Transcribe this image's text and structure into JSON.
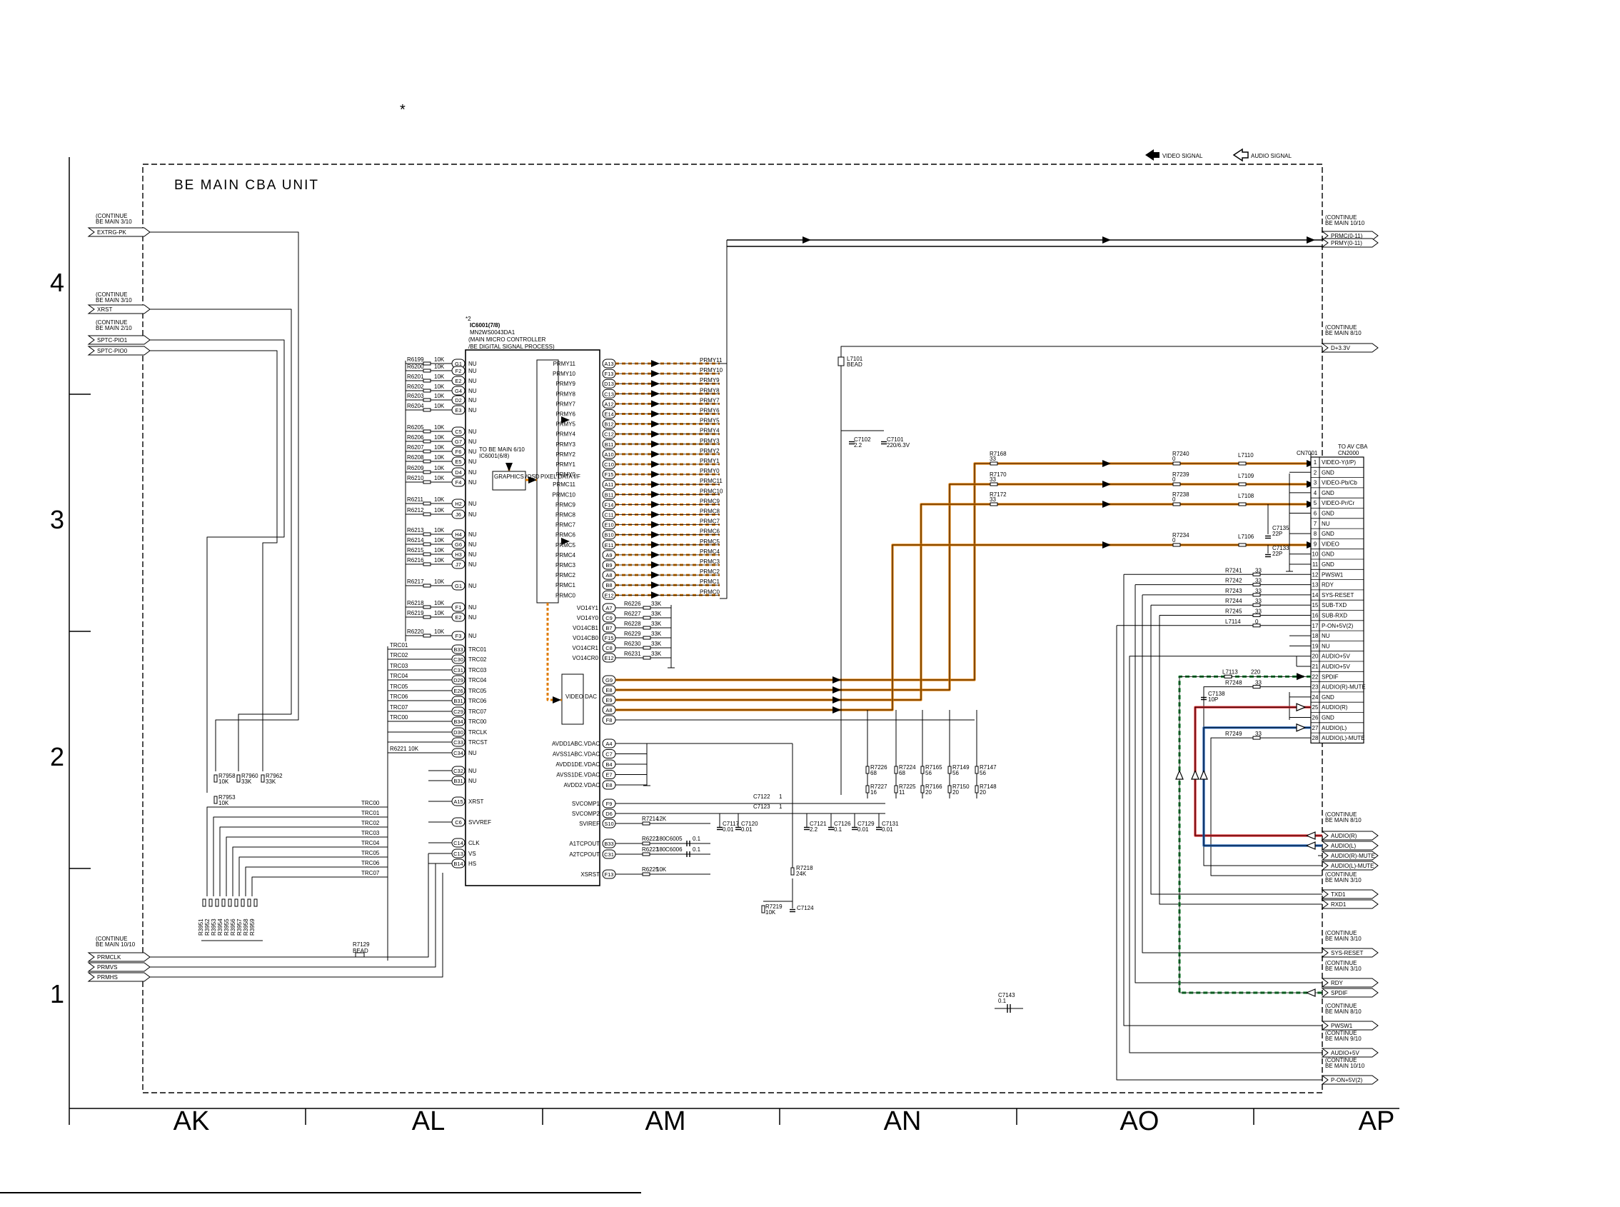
{
  "marker_asterisk": "*",
  "legend": {
    "video": "VIDEO SIGNAL",
    "audio": "AUDIO SIGNAL"
  },
  "unit_title": "BE MAIN CBA UNIT",
  "ic": {
    "ref": "IC6001(7/8)",
    "ref_note": "*2",
    "part": "MN2WS0043DA1",
    "desc1": "(MAIN MICRO CONTROLLER",
    "desc2": "/BE DIGITAL SIGNAL PROCESS)",
    "graphics_block": "GRAPHICS /OSD",
    "pixel_block": "PIXEL DATA I/F",
    "dac_block": "VIDEO DAC",
    "to_text1": "TO BE MAIN 6/10",
    "to_text2": "IC6001(6/8)"
  },
  "left_connectors": [
    {
      "continue": "CONTINUE",
      "sheet": "BE MAIN 3/10",
      "nets": [
        "EXTRG-PK"
      ]
    },
    {
      "continue": "CONTINUE",
      "sheet": "BE MAIN 3/10",
      "nets": [
        "XRST"
      ]
    },
    {
      "continue": "CONTINUE",
      "sheet": "BE MAIN 2/10",
      "nets": [
        "SPTC-PIO1",
        "SPTC-PIO0"
      ]
    },
    {
      "continue": "CONTINUE",
      "sheet": "BE MAIN 10/10",
      "nets": [
        "PRMCLK",
        "PRMVS",
        "PRMHS"
      ]
    }
  ],
  "right_connectors": [
    {
      "continue": "CONTINUE",
      "sheet": "BE MAIN 10/10",
      "nets": [
        "PRMC(0-11)",
        "PRMY(0-11)"
      ]
    },
    {
      "continue": "CONTINUE",
      "sheet": "BE MAIN 8/10",
      "nets": [
        "D+3.3V"
      ]
    },
    {
      "continue": "CONTINUE",
      "sheet": "BE MAIN 8/10",
      "nets": [
        "AUDIO(R)",
        "AUDIO(L)",
        "AUDIO(R)-MUTE",
        "AUDIO(L)-MUTE"
      ]
    },
    {
      "continue": "CONTINUE",
      "sheet": "BE MAIN 3/10",
      "nets": [
        "TXD1",
        "RXD1"
      ]
    },
    {
      "continue": "CONTINUE",
      "sheet": "BE MAIN 3/10",
      "nets": [
        "SYS-RESET"
      ]
    },
    {
      "continue": "CONTINUE",
      "sheet": "BE MAIN 3/10",
      "nets": [
        "RDY",
        "SPDIF"
      ]
    },
    {
      "continue": "CONTINUE",
      "sheet": "BE MAIN 8/10",
      "nets": [
        "PWSW1"
      ]
    },
    {
      "continue": "CONTINUE",
      "sheet": "BE MAIN 9/10",
      "nets": [
        "AUDIO+5V"
      ]
    },
    {
      "continue": "CONTINUE",
      "sheet": "BE MAIN 10/10",
      "nets": [
        "P-ON+5V(2)"
      ]
    }
  ],
  "nu_resistors": [
    [
      "R6199",
      "10K",
      "G1",
      "NU"
    ],
    [
      "R6200",
      "10K",
      "F2",
      "NU"
    ],
    [
      "R6201",
      "10K",
      "E2",
      "NU"
    ],
    [
      "R6202",
      "10K",
      "G4",
      "NU"
    ],
    [
      "R6203",
      "10K",
      "D2",
      "NU"
    ],
    [
      "R6204",
      "10K",
      "E3",
      "NU"
    ],
    [
      "R6205",
      "10K",
      "C5",
      "NU"
    ],
    [
      "R6206",
      "10K",
      "G7",
      "NU"
    ],
    [
      "R6207",
      "10K",
      "F6",
      "NU"
    ],
    [
      "R6208",
      "10K",
      "E5",
      "NU"
    ],
    [
      "R6209",
      "10K",
      "D4",
      "NU"
    ],
    [
      "R6210",
      "10K",
      "F4",
      "NU"
    ],
    [
      "R6211",
      "10K",
      "H2",
      "NU"
    ],
    [
      "R6212",
      "10K",
      "J6",
      "NU"
    ],
    [
      "R6213",
      "10K",
      "H4",
      "NU"
    ],
    [
      "R6214",
      "10K",
      "G6",
      "NU"
    ],
    [
      "R6215",
      "10K",
      "H3",
      "NU"
    ],
    [
      "R6216",
      "10K",
      "J7",
      "NU"
    ],
    [
      "R6217",
      "10K",
      "G1",
      "NU"
    ],
    [
      "R6218",
      "10K",
      "F1",
      "NU"
    ],
    [
      "R6219",
      "10K",
      "E2",
      "NU"
    ],
    [
      "R6220",
      "10K",
      "F3",
      "NU"
    ]
  ],
  "trace_pins": [
    [
      "TRC01",
      "B33",
      "TRC01"
    ],
    [
      "TRC02",
      "C30",
      "TRC02"
    ],
    [
      "TRC03",
      "C31",
      "TRC03"
    ],
    [
      "TRC04",
      "D29",
      "TRC04"
    ],
    [
      "TRC05",
      "E26",
      "TRC05"
    ],
    [
      "TRC06",
      "B31",
      "TRC06"
    ],
    [
      "TRC07",
      "C29",
      "TRC07"
    ],
    [
      "TRC00",
      "B34",
      "TRC00"
    ],
    [
      "",
      "D30",
      "TRCLK"
    ],
    [
      "",
      "C33",
      "TRCST"
    ],
    [
      "R6221 10K",
      "C34",
      "NU"
    ]
  ],
  "misc_pins": [
    [
      "C32",
      "NU"
    ],
    [
      "B31",
      "NU"
    ],
    [
      "A15",
      "XRST"
    ],
    [
      "C6",
      "SVVREF"
    ],
    [
      "C14",
      "CLK"
    ],
    [
      "C13",
      "VS"
    ],
    [
      "B14",
      "HS"
    ]
  ],
  "trace_bus": [
    "TRC00",
    "TRC01",
    "TRC02",
    "TRC03",
    "TRC04",
    "TRC05",
    "TRC06",
    "TRC07"
  ],
  "pull_resistors": [
    {
      "ref": "R7958",
      "val": "10K"
    },
    {
      "ref": "R7960",
      "val": "33K"
    },
    {
      "ref": "R7962",
      "val": "33K"
    },
    {
      "ref": "R7953",
      "val": "10K"
    }
  ],
  "bottom_resistor_bank": [
    "R3951",
    "R3952",
    "R3953",
    "R3954",
    "R3955",
    "R3956",
    "R3957",
    "R3958",
    "R3959"
  ],
  "bead": {
    "ref": "R7129",
    "val": "BEAD"
  },
  "y_pins": [
    [
      "PRMY11",
      "A13"
    ],
    [
      "PRMY10",
      "F13"
    ],
    [
      "PRMY9",
      "D13"
    ],
    [
      "PRMY8",
      "C13"
    ],
    [
      "PRMY7",
      "A12"
    ],
    [
      "PRMY6",
      "E14"
    ],
    [
      "PRMY5",
      "B12"
    ],
    [
      "PRMY4",
      "C12"
    ],
    [
      "PRMY3",
      "B11"
    ],
    [
      "PRMY2",
      "A10"
    ],
    [
      "PRMY1",
      "C10"
    ],
    [
      "PRMY0",
      "F15"
    ]
  ],
  "c_pins": [
    [
      "PRMC11",
      "A11"
    ],
    [
      "PRMC10",
      "B11"
    ],
    [
      "PRMC9",
      "F14"
    ],
    [
      "PRMC8",
      "C11"
    ],
    [
      "PRMC7",
      "E10"
    ],
    [
      "PRMC6",
      "B10"
    ],
    [
      "PRMC5",
      "E11"
    ],
    [
      "PRMC4",
      "A9"
    ],
    [
      "PRMC3",
      "B9"
    ],
    [
      "PRMC2",
      "A8"
    ],
    [
      "PRMC1",
      "B8"
    ],
    [
      "PRMC0",
      "E12"
    ]
  ],
  "bus_labels": [
    "PRMY11",
    "PRMY10",
    "PRMY9",
    "PRMY8",
    "PRMY7",
    "PRMY6",
    "PRMY5",
    "PRMY4",
    "PRMY3",
    "PRMY2",
    "PRMY1",
    "PRMY0",
    "PRMC11",
    "PRMC10",
    "PRMC9",
    "PRMC8",
    "PRMC7",
    "PRMC6",
    "PRMC5",
    "PRMC4",
    "PRMC3",
    "PRMC2",
    "PRMC1",
    "PRMC0"
  ],
  "vo_pins": [
    [
      "VO14Y1",
      "A7",
      "R6226",
      "33K"
    ],
    [
      "VO14Y0",
      "C9",
      "R6227",
      "33K"
    ],
    [
      "VO14CB1",
      "B7",
      "R6228",
      "33K"
    ],
    [
      "VO14CB0",
      "F15",
      "R6229",
      "33K"
    ],
    [
      "VO14CR1",
      "C8",
      "R6230",
      "33K"
    ],
    [
      "VO14CR0",
      "E12",
      "R6231",
      "33K"
    ]
  ],
  "dac_pins": [
    "G9",
    "E8",
    "E9",
    "A8",
    "F8"
  ],
  "power_pins": [
    [
      "AVDD1ABC.VDAC",
      "A4"
    ],
    [
      "AVSS1ABC.VDAC",
      "C7"
    ],
    [
      "AVDD1DE.VDAC",
      "B4"
    ],
    [
      "AVSS1DE.VDAC",
      "E7"
    ],
    [
      "AVDD2.VDAC",
      "E8"
    ]
  ],
  "sv_pins": [
    [
      "SVCOMP1",
      "F9"
    ],
    [
      "SVCOMP2",
      "D6"
    ],
    [
      "SVIREF",
      "S10"
    ],
    [
      "A1TCPOUT",
      "B33"
    ],
    [
      "A2TCPOUT",
      "C31"
    ],
    [
      "XSRST",
      "F13"
    ]
  ],
  "components": {
    "R7214": "12K",
    "R6222": "180",
    "R6223": "180",
    "C6005": "0.1",
    "C6006": "0.1",
    "R6225": "10K",
    "C7122": "1",
    "C7123": "1",
    "C7117": "0.01",
    "C7120": "0.01",
    "C7121": "2.2",
    "C7126": "0.1",
    "C7129": "0.01",
    "C7131": "0.01",
    "R7218": "24K",
    "R7219": "10K",
    "C7124": "",
    "C7143": "0.1",
    "L7101": "BEAD",
    "C7102": "2.2",
    "C7101": "220/6.3V",
    "R7168": "33",
    "R7170": "33",
    "R7172": "33",
    "R7240": "0",
    "R7239": "0",
    "R7238": "0",
    "R7234": "0",
    "L7110": "",
    "L7109": "",
    "L7108": "",
    "L7106": "",
    "C7135": "22P",
    "C7133": "22P",
    "R7226": "68",
    "R7227": "16",
    "R7224": "68",
    "R7225": "11",
    "R7165": "56",
    "R7166": "20",
    "R7149": "56",
    "R7150": "20",
    "R7147": "56",
    "R7148": "20",
    "R7241": "33",
    "R7242": "33",
    "R7243": "33",
    "R7244": "33",
    "R7245": "33",
    "L7114": "0",
    "L7113": "220",
    "R7248": "33",
    "C7138": "10P",
    "R7249": "33"
  },
  "cn7001": {
    "ref": "CN7001",
    "to": "TO AV CBA",
    "mate": "CN2000",
    "pins": [
      [
        "1",
        "VIDEO-Y(I/P)"
      ],
      [
        "2",
        "GND"
      ],
      [
        "3",
        "VIDEO-Pb/Cb"
      ],
      [
        "4",
        "GND"
      ],
      [
        "5",
        "VIDEO-Pr/Cr"
      ],
      [
        "6",
        "GND"
      ],
      [
        "7",
        "NU"
      ],
      [
        "8",
        "GND"
      ],
      [
        "9",
        "VIDEO"
      ],
      [
        "10",
        "GND"
      ],
      [
        "11",
        "GND"
      ],
      [
        "12",
        "PWSW1"
      ],
      [
        "13",
        "RDY"
      ],
      [
        "14",
        "SYS-RESET"
      ],
      [
        "15",
        "SUB-TXD"
      ],
      [
        "16",
        "SUB-RXD"
      ],
      [
        "17",
        "P-ON+5V(2)"
      ],
      [
        "18",
        "NU"
      ],
      [
        "19",
        "NU"
      ],
      [
        "20",
        "AUDIO+5V"
      ],
      [
        "21",
        "AUDIO+5V"
      ],
      [
        "22",
        "SPDIF"
      ],
      [
        "23",
        "AUDIO(R)-MUTE"
      ],
      [
        "24",
        "GND"
      ],
      [
        "25",
        "AUDIO(R)"
      ],
      [
        "26",
        "GND"
      ],
      [
        "27",
        "AUDIO(L)"
      ],
      [
        "28",
        "AUDIO(L)-MUTE"
      ]
    ]
  },
  "grid": {
    "columns": [
      "AK",
      "AL",
      "AM",
      "AN",
      "AO",
      "AP"
    ],
    "rows": [
      "4",
      "3",
      "2",
      "1"
    ]
  },
  "colors": {
    "video": "#e07b00",
    "audio_r": "#d9262b",
    "audio_l": "#1e5fb4",
    "spdif": "#1e8a3a",
    "wire": "#000000"
  }
}
